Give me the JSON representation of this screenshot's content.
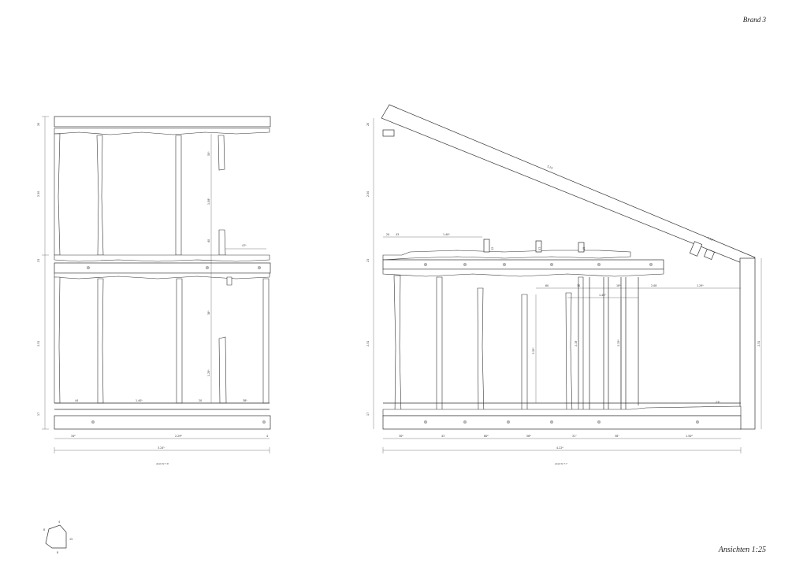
{
  "sheet": {
    "title": "Brand 3",
    "footer": "Ansichten 1:25"
  },
  "left_view": {
    "caption": "Ansicht 7.8",
    "total_width": "3.24⁵",
    "lower_widths": [
      "34⁸",
      "2.29⁸",
      "4"
    ],
    "bay_widths": [
      "44",
      "1.40⁵",
      "20",
      "38⁵"
    ],
    "heights": [
      "2.50",
      "2.51"
    ],
    "right_column": [
      "50⁵",
      "1.08⁵",
      "40",
      "38⁵",
      "1.29⁵"
    ],
    "side_dims": [
      "20",
      "23",
      "17"
    ],
    "note_dim": "47⁵"
  },
  "right_view": {
    "caption": "Ansicht 7.7",
    "rafter_length": "5.24",
    "rafter_end": "7.16⁵",
    "total_width": "4.22⁸",
    "lower_widths": [
      "30⁸",
      "43",
      "60⁸",
      "56⁸",
      "31⁷",
      "38⁷",
      "1.50⁸"
    ],
    "upper_dims": [
      "1.40⁵",
      "1.40⁵",
      "1.29⁵",
      "2.08",
      "60",
      "30"
    ],
    "heights": [
      "2.50",
      "2.51"
    ],
    "inner_dims": [
      "2.25⁵",
      "2.19",
      "2.25⁶",
      "1.08⁵"
    ],
    "side_dims": [
      "20",
      "23",
      "17"
    ],
    "small_dims": [
      "20",
      "43",
      "15",
      "18⁵",
      "12",
      "57",
      "23⁶"
    ]
  },
  "profile_key": {
    "labels": [
      "8",
      "4",
      "15",
      "8"
    ]
  }
}
